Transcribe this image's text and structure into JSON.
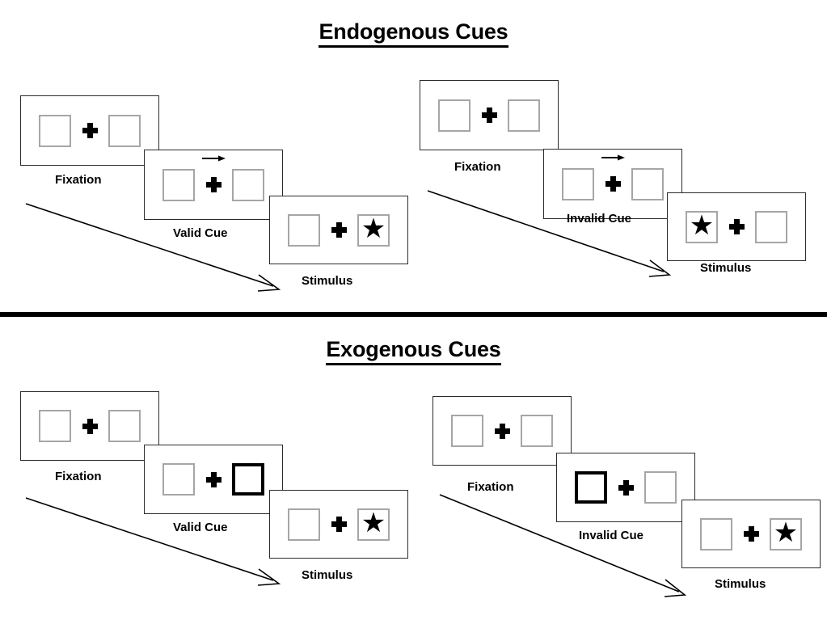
{
  "figure": {
    "title_endogenous": "Endogenous Cues",
    "title_exogenous": "Exogenous Cues",
    "divider_color": "#000000"
  },
  "sections": [
    {
      "id": "endogenous",
      "title": "Endogenous Cues",
      "sequences": [
        {
          "id": "endogenous-valid",
          "condition": "valid",
          "frames": [
            {
              "label": "Fixation",
              "left_box": "empty",
              "right_box": "empty",
              "cue": "none",
              "cue_icon": ""
            },
            {
              "label": "Valid Cue",
              "left_box": "empty",
              "right_box": "empty",
              "cue": "arrow-right",
              "cue_icon": "arrow-right-icon"
            },
            {
              "label": "Stimulus",
              "left_box": "empty",
              "right_box": "star",
              "cue": "none",
              "cue_icon": "star-icon"
            }
          ]
        },
        {
          "id": "endogenous-invalid",
          "condition": "invalid",
          "frames": [
            {
              "label": "Fixation",
              "left_box": "empty",
              "right_box": "empty",
              "cue": "none",
              "cue_icon": ""
            },
            {
              "label": "Invalid Cue",
              "left_box": "empty",
              "right_box": "empty",
              "cue": "arrow-right",
              "cue_icon": "arrow-right-icon"
            },
            {
              "label": "Stimulus",
              "left_box": "star",
              "right_box": "empty",
              "cue": "none",
              "cue_icon": "star-icon"
            }
          ]
        }
      ]
    },
    {
      "id": "exogenous",
      "title": "Exogenous Cues",
      "sequences": [
        {
          "id": "exogenous-valid",
          "condition": "valid",
          "frames": [
            {
              "label": "Fixation",
              "left_box": "empty",
              "right_box": "empty",
              "cue": "none",
              "cue_icon": ""
            },
            {
              "label": "Valid Cue",
              "left_box": "empty",
              "right_box": "cued",
              "cue": "box-flash-right",
              "cue_icon": "box-highlight-icon"
            },
            {
              "label": "Stimulus",
              "left_box": "empty",
              "right_box": "star",
              "cue": "none",
              "cue_icon": "star-icon"
            }
          ]
        },
        {
          "id": "exogenous-invalid",
          "condition": "invalid",
          "frames": [
            {
              "label": "Fixation",
              "left_box": "empty",
              "right_box": "empty",
              "cue": "none",
              "cue_icon": ""
            },
            {
              "label": "Invalid Cue",
              "left_box": "cued",
              "right_box": "empty",
              "cue": "box-flash-left",
              "cue_icon": "box-highlight-icon"
            },
            {
              "label": "Stimulus",
              "left_box": "empty",
              "right_box": "star",
              "cue": "none",
              "cue_icon": "star-icon"
            }
          ]
        }
      ]
    }
  ],
  "glyphs": {
    "star": "★",
    "fixation_cross": "plus-sign",
    "time_arrow": "diagonal-arrow-icon"
  },
  "colors": {
    "box_border": "#a6a6a6",
    "cued_box_border": "#000000",
    "panel_border": "#2b2b2b",
    "text": "#000000",
    "background": "#ffffff"
  }
}
